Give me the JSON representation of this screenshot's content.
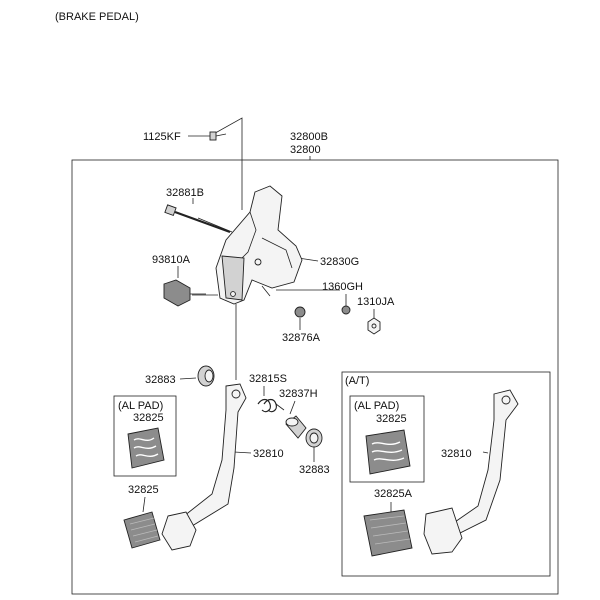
{
  "diagram": {
    "title": "(BRAKE PEDAL)",
    "labels": {
      "kf1125": "1125KF",
      "b32800": "32800B",
      "a32800": "32800",
      "b32881": "32881B",
      "g32830": "32830G",
      "a93810": "93810A",
      "gh1360": "1360GH",
      "ja1310": "1310JA",
      "a32876": "32876A",
      "at": "(A/T)",
      "p32883a": "32883",
      "s32815": "32815S",
      "h32837": "32837H",
      "alpad1": "(AL PAD)",
      "p32825a": "32825",
      "p32810a": "32810",
      "p32883b": "32883",
      "p32825b": "32825",
      "alpad2": "(AL PAD)",
      "p32825c": "32825",
      "p32810b": "32810",
      "a32825": "32825A"
    }
  }
}
